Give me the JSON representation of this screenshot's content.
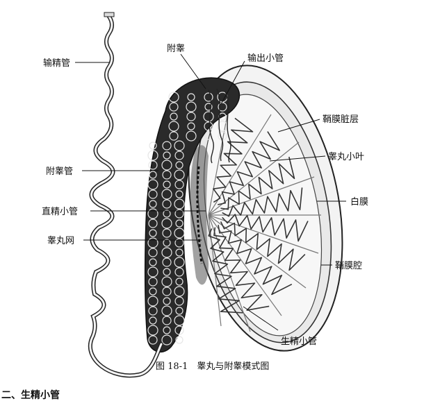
{
  "labels": {
    "vas_deferens": "输精管",
    "epididymis": "附睾",
    "efferent_ductules": "输出小管",
    "visceral_layer": "鞘膜脏层",
    "testis_lobule": "睾丸小叶",
    "epididymal_duct": "附睾管",
    "tunica_albuginea": "白膜",
    "straight_tubule": "直精小管",
    "rete_testis": "睾丸网",
    "vaginal_cavity": "鞘膜腔",
    "seminiferous_tubule": "生精小管"
  },
  "caption": "图 18-1　睾丸与附睾模式图",
  "next_heading": "二、生精小管"
}
